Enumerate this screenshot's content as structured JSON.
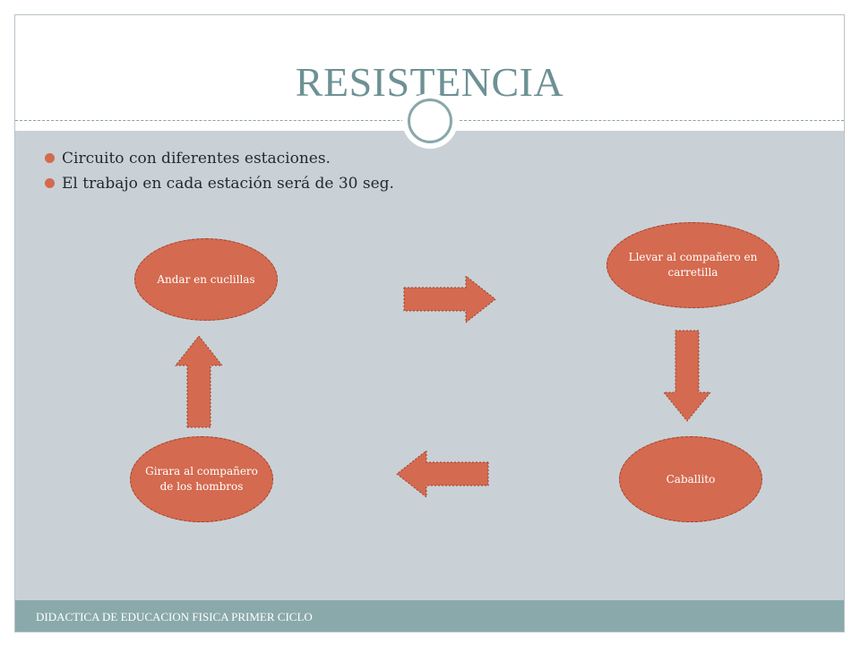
{
  "slide": {
    "title": "RESISTENCIA",
    "bullets": [
      "Circuito con diferentes estaciones.",
      "El trabajo en cada estación será de 30 seg."
    ],
    "footer": "DIDACTICA DE EDUCACION FISICA PRIMER CICLO"
  },
  "diagram": {
    "nodes": [
      {
        "label": "Andar en cuclillas"
      },
      {
        "label": "Llevar al compañero en carretilla"
      },
      {
        "label": "Caballito"
      },
      {
        "label": "Girara al compañero de los hombros"
      }
    ],
    "colors": {
      "node_fill": "#d46a4f",
      "title": "#6d9194",
      "content_bg": "#c9d1d7",
      "footer_bg": "#8aa9ab"
    }
  }
}
